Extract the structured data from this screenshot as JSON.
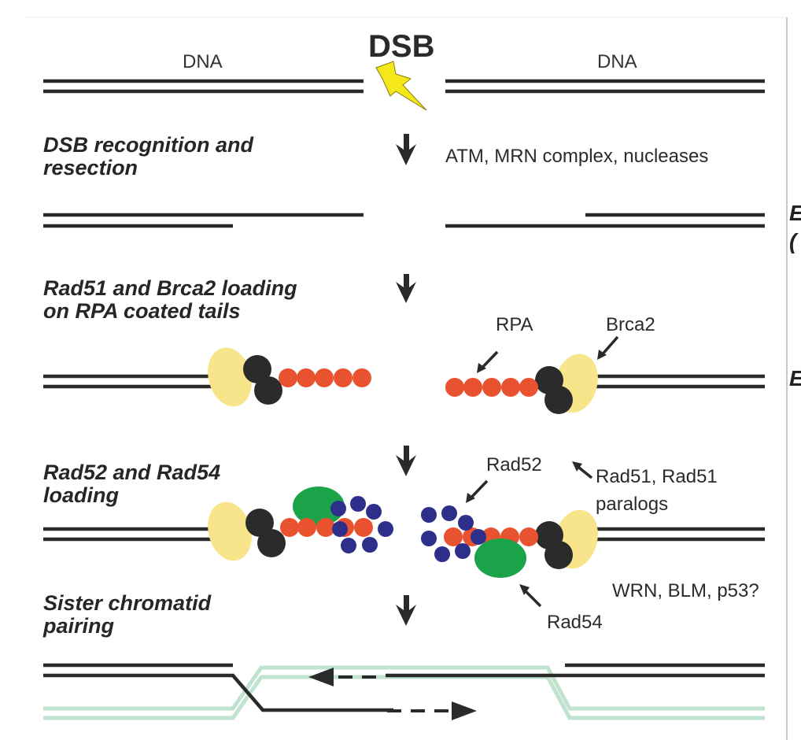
{
  "colors": {
    "background": "#ffffff",
    "dna": "#2a2a2a",
    "rpa": "#e8522f",
    "brca2": "#f7e48b",
    "rad51": "#2b2b2b",
    "rad52": "#2e2f8a",
    "rad54": "#1aa348",
    "sister": "#bfe3cf",
    "lightning": "#f5e81a"
  },
  "labels": {
    "dsb": "DSB",
    "dna_left": "DNA",
    "dna_right": "DNA",
    "atm_mrn": "ATM, MRN complex, nucleases",
    "rpa": "RPA",
    "brca2": "Brca2",
    "rad52": "Rad52",
    "rad51_paralogs": "Rad51, Rad51\nparalogs",
    "wrn_blm_p53": "WRN, BLM, p53?",
    "rad54": "Rad54",
    "edge_1": "E",
    "edge_2": "(",
    "edge_3": "E"
  },
  "steps": [
    {
      "title": "DSB recognition and\nresection"
    },
    {
      "title": "Rad51 and Brca2 loading\non RPA coated tails"
    },
    {
      "title": "Rad52 and Rad54\nloading"
    },
    {
      "title": "Sister chromatid\npairing"
    }
  ]
}
